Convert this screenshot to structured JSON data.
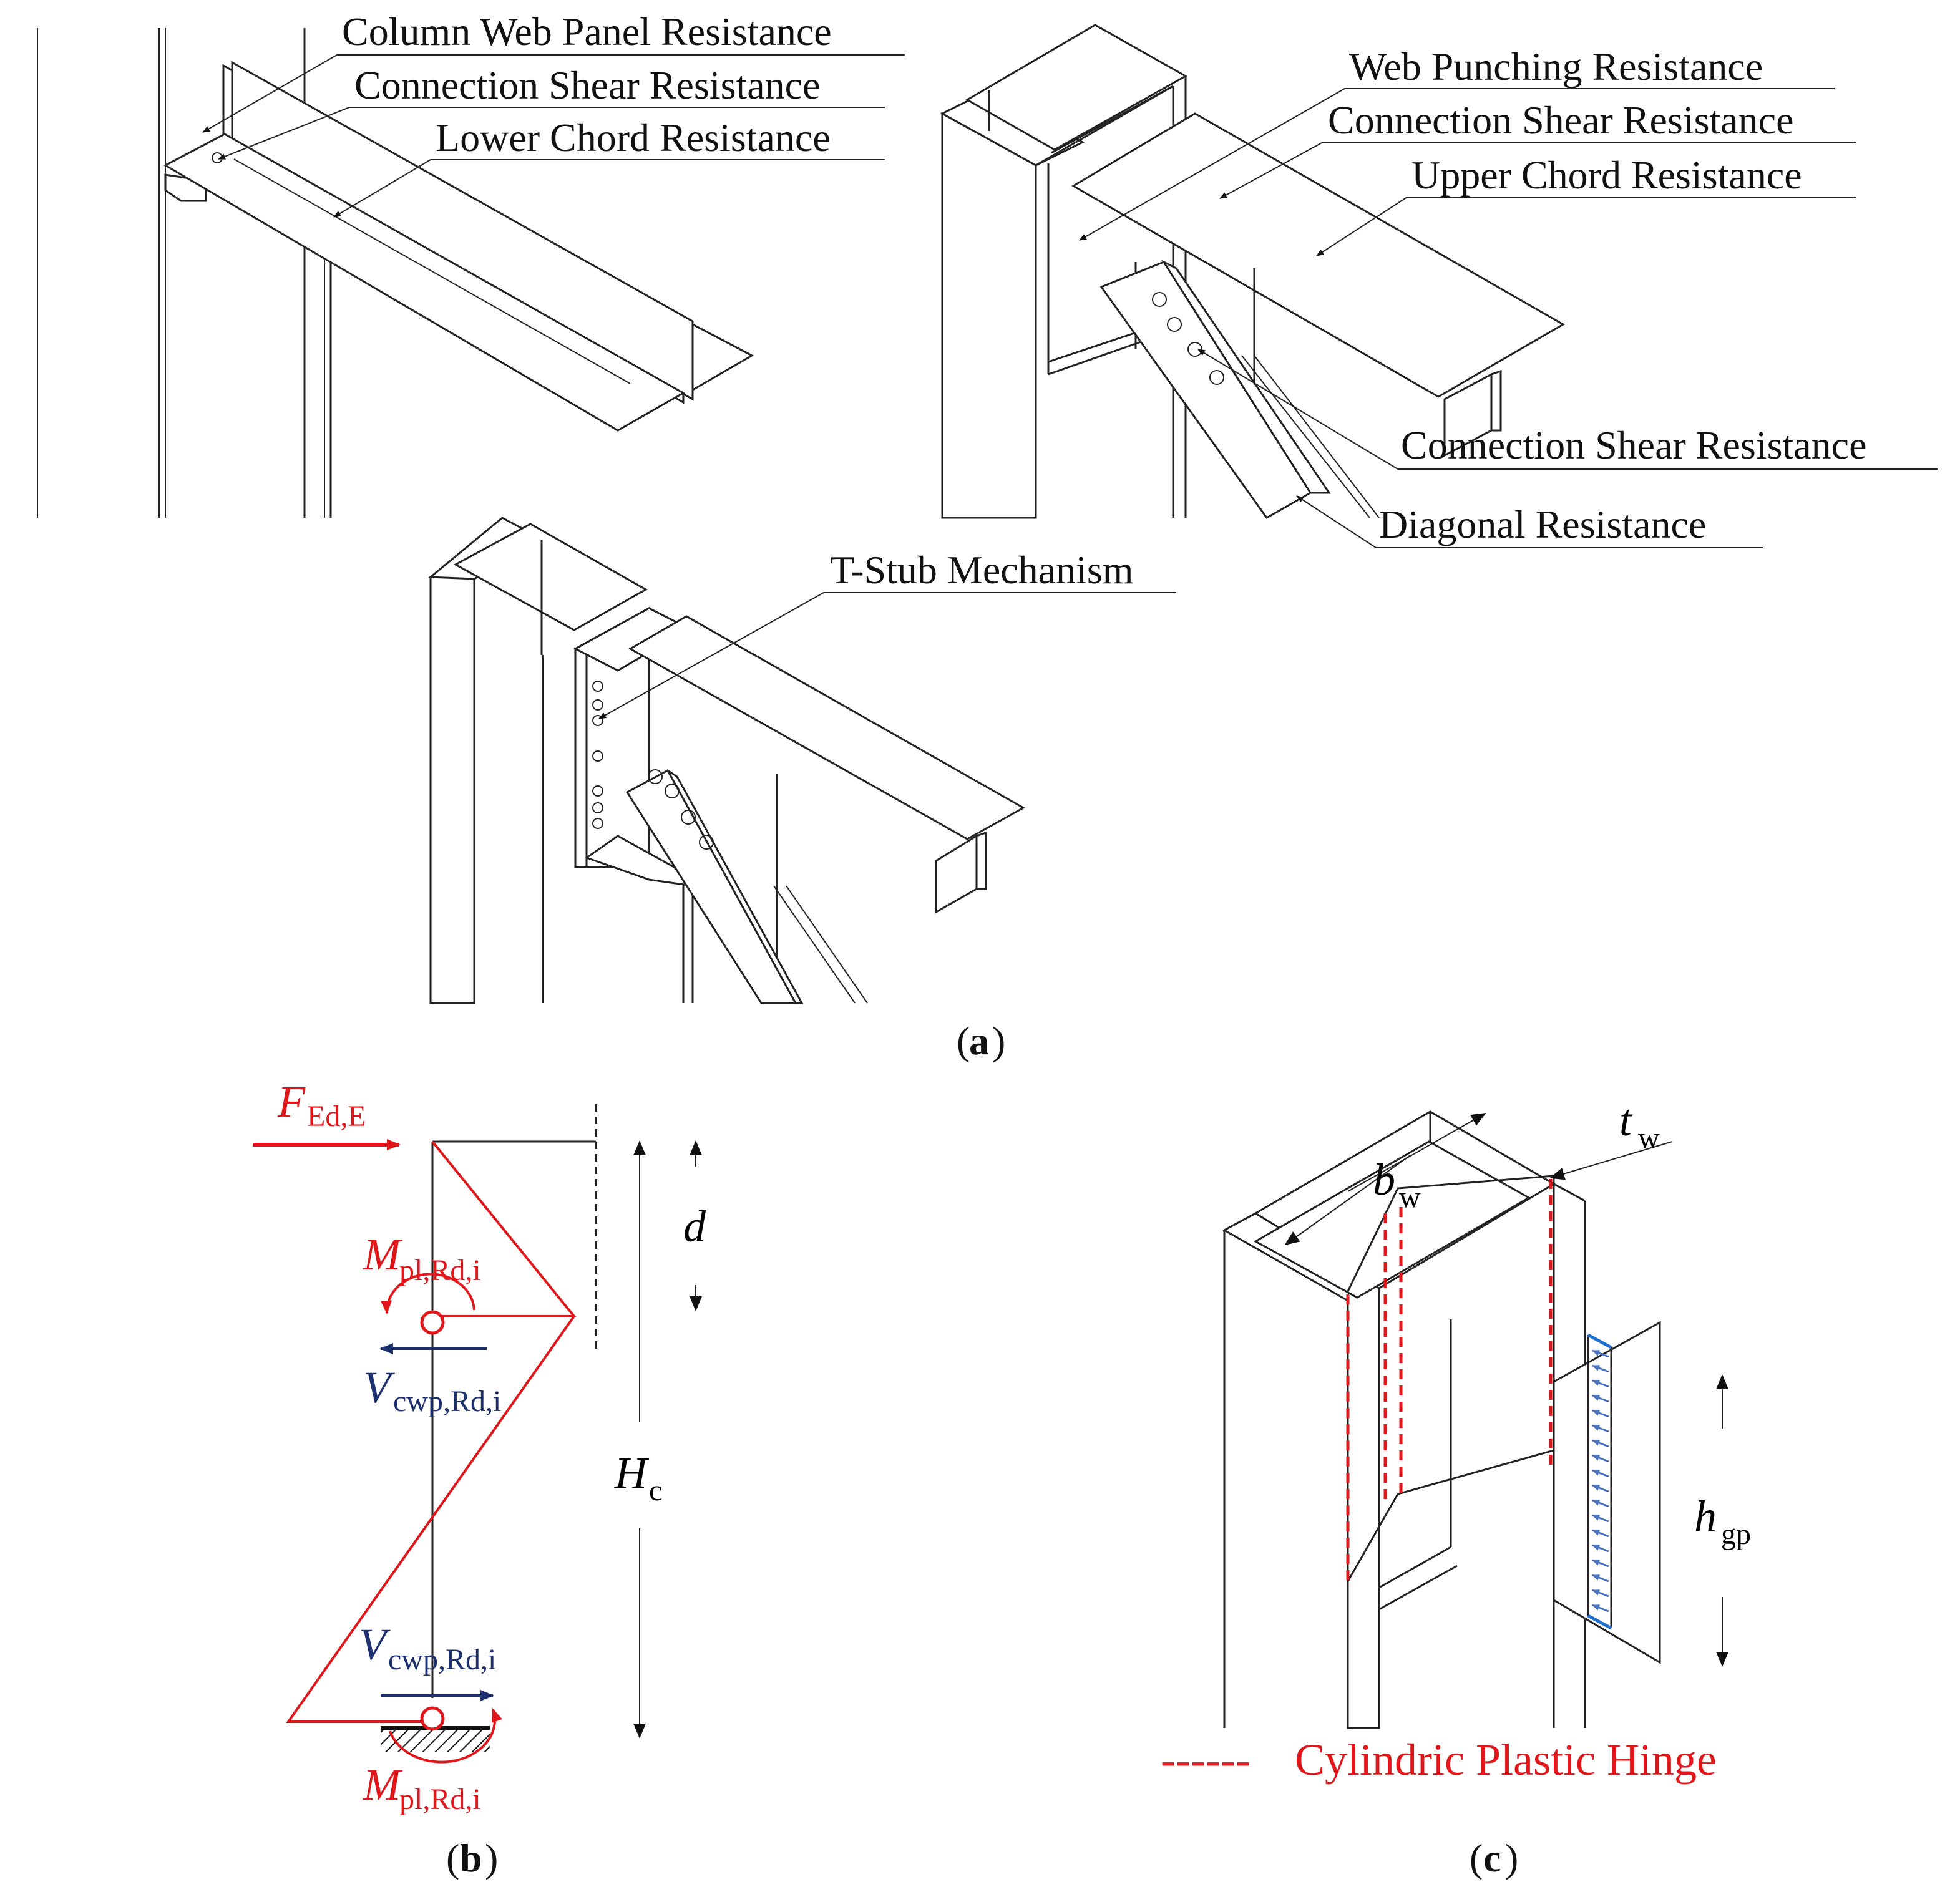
{
  "panel_a": {
    "caption_letter": "a",
    "left_labels": {
      "column_web": "Column Web Panel Resistance",
      "connection_shear": "Connection Shear Resistance",
      "lower_chord": "Lower Chord Resistance"
    },
    "right_labels": {
      "web_punching": "Web Punching Resistance",
      "connection_shear_top": "Connection Shear Resistance",
      "upper_chord": "Upper Chord Resistance",
      "connection_shear_bolt": "Connection Shear Resistance",
      "diagonal": "Diagonal Resistance"
    },
    "center_labels": {
      "t_stub": "T-Stub Mechanism"
    }
  },
  "panel_b": {
    "caption_letter": "b",
    "force": {
      "symbol": "F",
      "subscript": "Ed,E"
    },
    "moment_top": {
      "symbol": "M",
      "subscript": "pl,Rd,i"
    },
    "shear_top": {
      "symbol": "V",
      "subscript": "cwp,Rd,i"
    },
    "shear_bottom": {
      "symbol": "V",
      "subscript": "cwp,Rd,i"
    },
    "moment_bottom": {
      "symbol": "M",
      "subscript": "pl,Rd,i"
    },
    "dim_d": "d",
    "dim_h": {
      "symbol": "H",
      "subscript": "c"
    }
  },
  "panel_c": {
    "caption_letter": "c",
    "bw": {
      "symbol": "b",
      "subscript": "w"
    },
    "tw": {
      "symbol": "t",
      "subscript": "w"
    },
    "hgp": {
      "symbol": "h",
      "subscript": "gp"
    },
    "legend_dash": "------",
    "legend_text": "Cylindric Plastic Hinge"
  },
  "colors": {
    "line": "#222222",
    "red": "#e0161b",
    "navy": "#1c2f6e",
    "blue": "#1f6fd1"
  }
}
